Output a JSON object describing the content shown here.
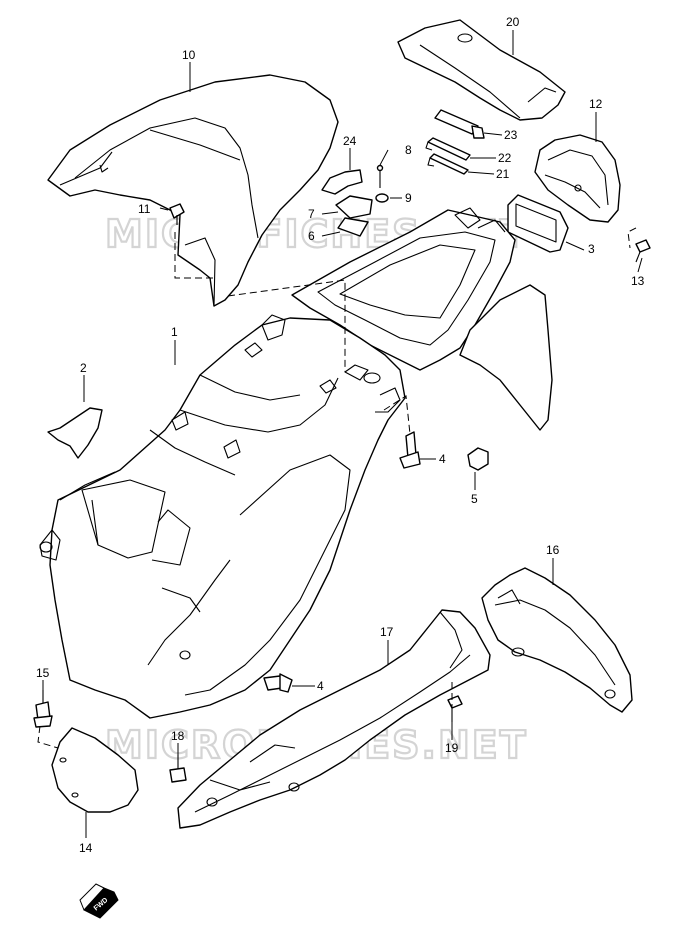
{
  "watermarks": [
    "MICROFICHES.NET",
    "MICROFICHES.NET"
  ],
  "fwd_label": "FWD",
  "callouts": {
    "c1": "1",
    "c2": "2",
    "c3": "3",
    "c4a": "4",
    "c4b": "4",
    "c5": "5",
    "c6": "6",
    "c7": "7",
    "c8": "8",
    "c9": "9",
    "c10": "10",
    "c11": "11",
    "c12": "12",
    "c13": "13",
    "c14": "14",
    "c15": "15",
    "c16": "16",
    "c17": "17",
    "c18": "18",
    "c19": "19",
    "c20": "20",
    "c21": "21",
    "c22": "22",
    "c23": "23",
    "c24": "24"
  }
}
